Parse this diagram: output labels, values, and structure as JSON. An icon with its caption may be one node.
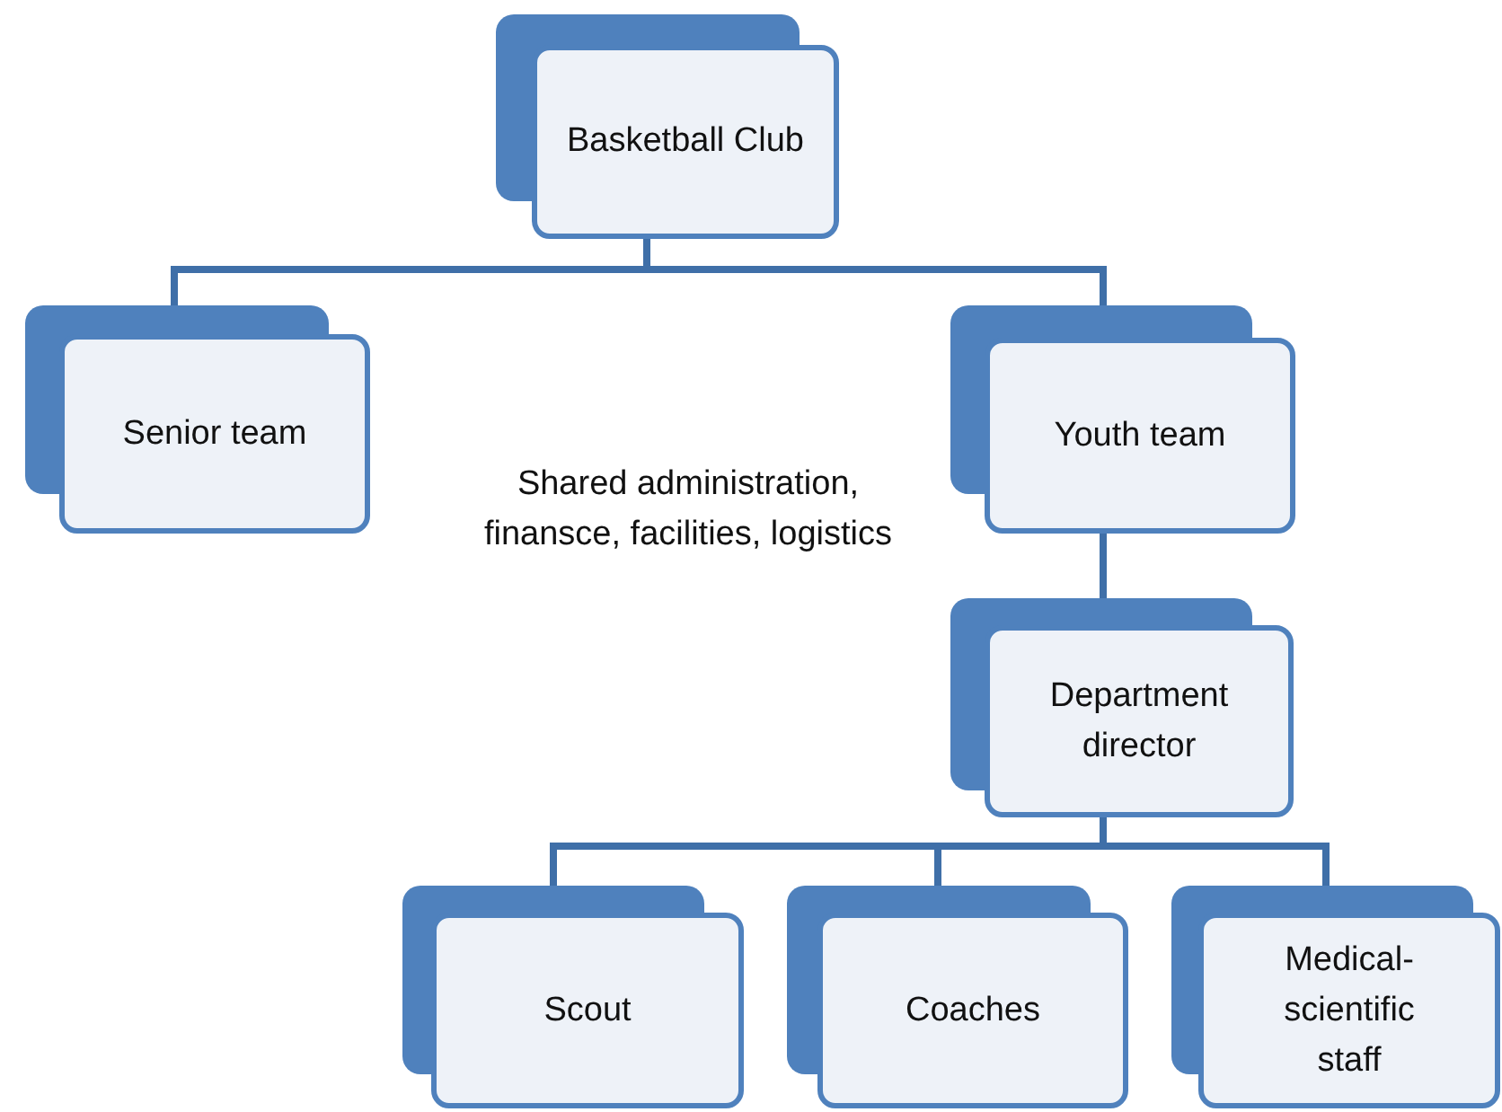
{
  "diagram": {
    "nodes": [
      {
        "text": [
          "Basketball Club"
        ]
      },
      {
        "text": [
          "Senior team"
        ]
      },
      {
        "text": [
          "Youth team"
        ]
      },
      {
        "text": [
          "Department director"
        ]
      },
      {
        "text": [
          "Scout"
        ]
      },
      {
        "text": [
          "Coaches"
        ]
      },
      {
        "text": [
          "Medical-scientific staff"
        ]
      }
    ],
    "edges": [
      {
        "from": 0,
        "to": 1,
        "arrow": "none"
      },
      {
        "from": 0,
        "to": 2,
        "arrow": "none"
      },
      {
        "from": 2,
        "to": 3,
        "arrow": "none"
      },
      {
        "from": 3,
        "to": 4,
        "arrow": "none"
      },
      {
        "from": 3,
        "to": 5,
        "arrow": "none"
      },
      {
        "from": 3,
        "to": 6,
        "arrow": "none"
      }
    ],
    "labels": [
      "Shared administration, finansce, facilities, logistics"
    ]
  }
}
